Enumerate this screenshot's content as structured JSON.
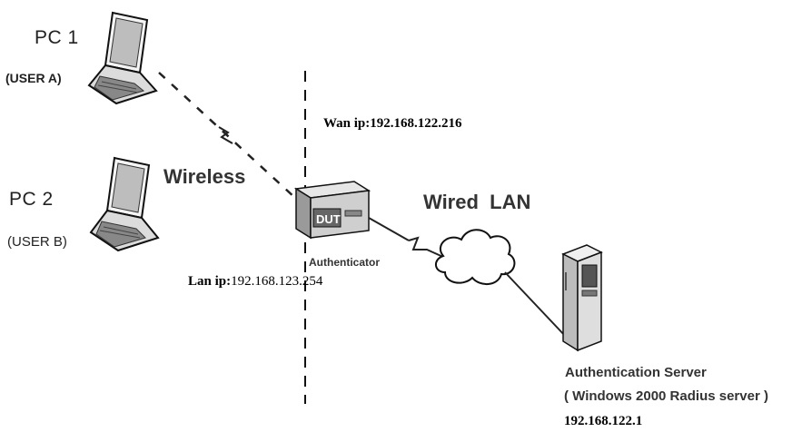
{
  "pc1": {
    "name": "PC 1",
    "user": "(USER A)"
  },
  "pc2": {
    "name": "PC 2",
    "user": "(USER B)"
  },
  "wireless_label": "Wireless",
  "wired_lan_label": "Wired  LAN",
  "wan": {
    "label": "Wan ip:",
    "value": "192.168.122.216"
  },
  "lan": {
    "label": "Lan ip:",
    "value": "192.168.123.254"
  },
  "dut": {
    "label": "DUT",
    "role": "Authenticator"
  },
  "server": {
    "title": "Authentication Server",
    "subtitle": "( Windows 2000 Radius server )",
    "ip": "192.168.122.1"
  }
}
